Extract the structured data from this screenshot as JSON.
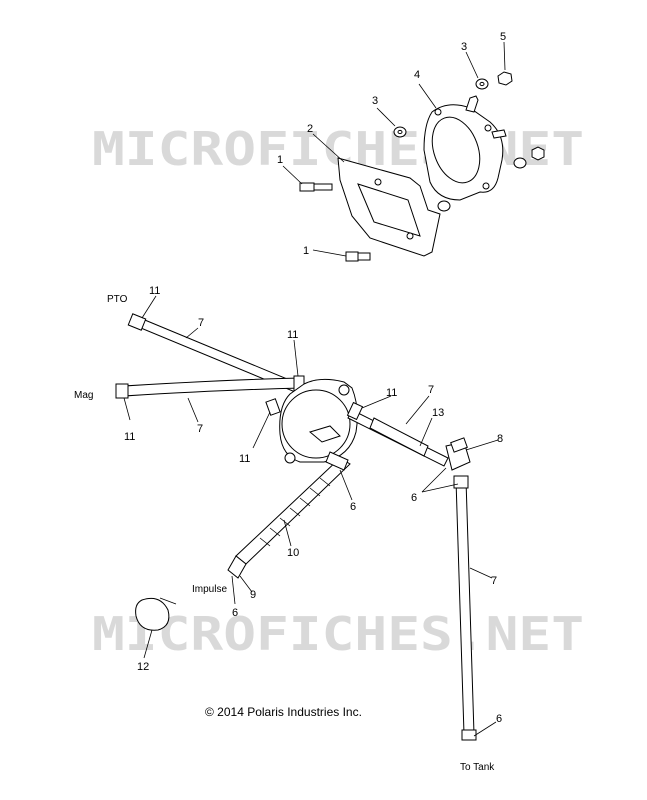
{
  "watermark": {
    "text": "MICROFICHES.NET",
    "color": "#d9d9d9"
  },
  "copyright": "© 2014 Polaris Industries Inc.",
  "labels": {
    "pto": "PTO",
    "mag": "Mag",
    "impulse": "Impulse",
    "to_tank": "To Tank"
  },
  "callouts": {
    "c5": "5",
    "c3a": "3",
    "c4": "4",
    "c3b": "3",
    "c2": "2",
    "c1a": "1",
    "c1b": "1",
    "c11a": "11",
    "c7a": "7",
    "c11b": "11",
    "c11c": "11",
    "c7b": "7",
    "c11d": "11",
    "c11e": "11",
    "c7c": "7",
    "c13": "13",
    "c8": "8",
    "c6a": "6",
    "c6b": "6",
    "c10": "10",
    "c9": "9",
    "c6c": "6",
    "c12": "12",
    "c7d": "7",
    "c6d": "6"
  }
}
